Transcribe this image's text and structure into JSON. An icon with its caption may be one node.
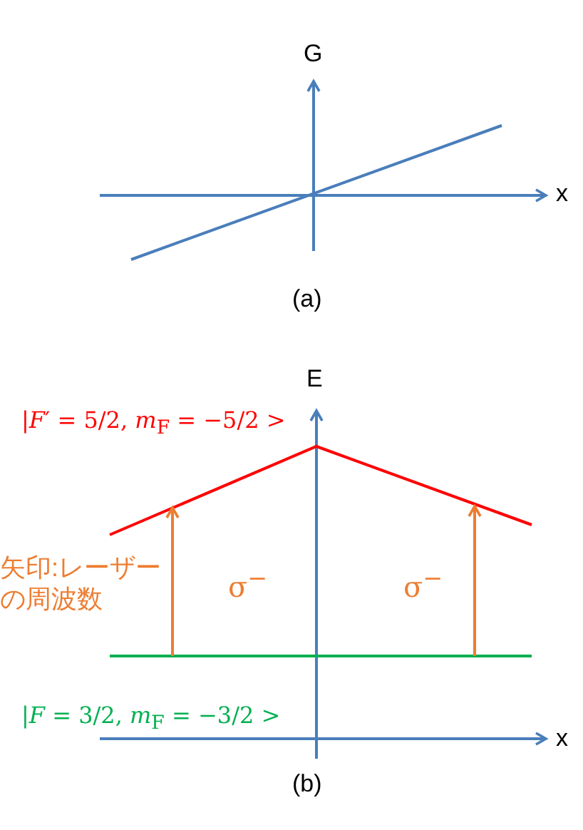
{
  "diagram": {
    "labels": [
      "G",
      "x",
      "(a)",
      "E",
      "|*F*′ = 5/2, *m*$_{F}$ = −5/2 >",
      "矢印:レーザーの周波数",
      "σ$^{−}$",
      "σ$^{−}$",
      "|*F* = 3/2, *m*$_{F}$ = −3/2 >",
      "x",
      "(b)"
    ]
  }
}
